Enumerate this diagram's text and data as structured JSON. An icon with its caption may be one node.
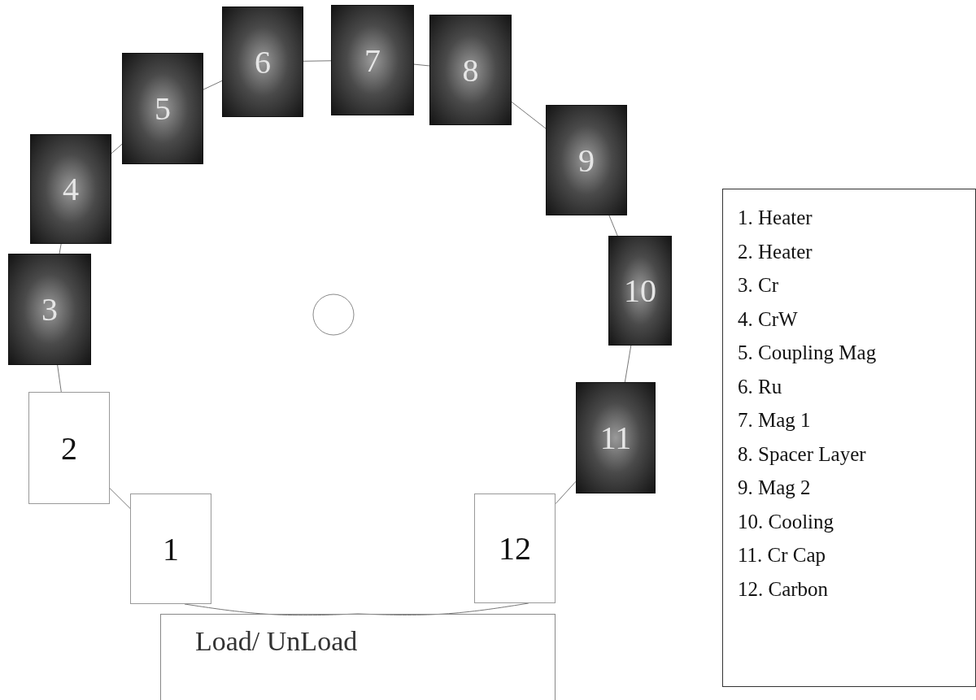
{
  "diagram": {
    "nodes": [
      {
        "text": [
          "1"
        ]
      },
      {
        "text": [
          "2"
        ]
      },
      {
        "text": [
          "3"
        ]
      },
      {
        "text": [
          "4"
        ]
      },
      {
        "text": [
          "5"
        ]
      },
      {
        "text": [
          "6"
        ]
      },
      {
        "text": [
          "7"
        ]
      },
      {
        "text": [
          "8"
        ]
      },
      {
        "text": [
          "9"
        ]
      },
      {
        "text": [
          "10"
        ]
      },
      {
        "text": [
          "11"
        ]
      },
      {
        "text": [
          "12"
        ]
      },
      {
        "text": [
          "Load/ UnLoad"
        ]
      },
      {
        "text": [
          "1. Heater",
          "2. Heater",
          "3. Cr",
          "4. CrW",
          "5. Coupling Mag",
          "6. Ru",
          "7. Mag 1",
          "8. Spacer Layer",
          "9. Mag 2",
          "10. Cooling",
          "11. Cr Cap",
          "12. Carbon"
        ]
      }
    ],
    "edges": [
      {
        "from": 0,
        "to": 1,
        "arrow": "none"
      },
      {
        "from": 1,
        "to": 2,
        "arrow": "none"
      },
      {
        "from": 2,
        "to": 3,
        "arrow": "none"
      },
      {
        "from": 3,
        "to": 4,
        "arrow": "none"
      },
      {
        "from": 4,
        "to": 5,
        "arrow": "none"
      },
      {
        "from": 5,
        "to": 6,
        "arrow": "none"
      },
      {
        "from": 6,
        "to": 7,
        "arrow": "none"
      },
      {
        "from": 7,
        "to": 8,
        "arrow": "none"
      },
      {
        "from": 8,
        "to": 9,
        "arrow": "none"
      },
      {
        "from": 9,
        "to": 10,
        "arrow": "none"
      },
      {
        "from": 10,
        "to": 11,
        "arrow": "none"
      },
      {
        "from": 11,
        "to": 12,
        "arrow": "none"
      },
      {
        "from": 0,
        "to": 12,
        "arrow": "none"
      }
    ]
  }
}
